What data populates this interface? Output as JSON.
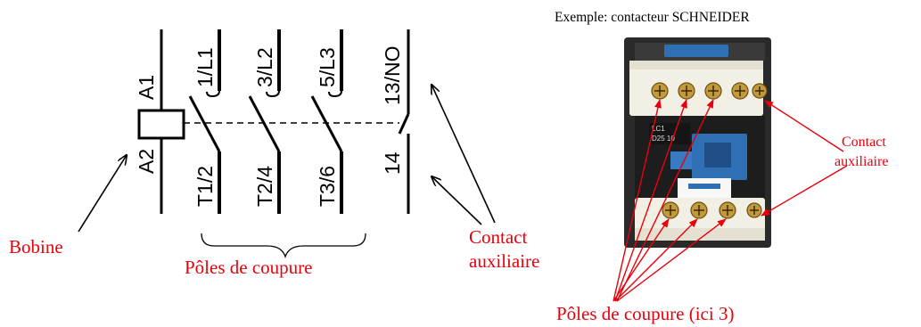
{
  "colors": {
    "annotation": "#e8000b",
    "line": "#000000",
    "device_body": "#222222",
    "device_cap": "#f2efe4",
    "device_window": "#2f6fb3",
    "screw": "#b8892b"
  },
  "schematic": {
    "coil": {
      "label_top": "A1",
      "label_bottom": "A2"
    },
    "poles": [
      {
        "top": "1/L1",
        "bottom": "T1/2"
      },
      {
        "top": "3/L2",
        "bottom": "T2/4"
      },
      {
        "top": "5/L3",
        "bottom": "T3/6"
      }
    ],
    "aux": {
      "top": "13/NO",
      "bottom": "14"
    }
  },
  "annotations": {
    "bobine": "Bobine",
    "poles_coupure": "Pôles de coupure",
    "contact_aux_line1": "Contact",
    "contact_aux_line2": "auxiliaire"
  },
  "photo": {
    "caption": "Exemple: contacteur SCHNEIDER",
    "label_contact_line1": "Contact",
    "label_contact_line2": "auxiliaire",
    "label_poles": "Pôles de coupure (ici 3)",
    "device_model_line1": "LC1",
    "device_model_line2": "D25 10",
    "icon": "contactor-photo"
  }
}
